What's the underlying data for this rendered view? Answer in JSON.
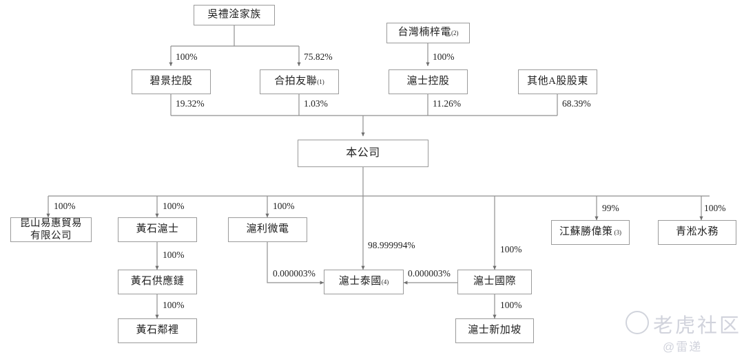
{
  "diagram": {
    "title": "Shareholding structure chart",
    "line_color": "#8f8f8f",
    "box_border": "#9a9a9a",
    "text_color": "#222222"
  },
  "nodes": {
    "wu_family": {
      "label": "吳禮淦家族"
    },
    "taiwan_nanzi": {
      "label": "台灣楠梓電",
      "sup": "(2)"
    },
    "bijing": {
      "label": "碧景控股"
    },
    "hepai": {
      "label": "合拍友聯",
      "sup": "(1)"
    },
    "hushi_holding": {
      "label": "滬士控股"
    },
    "other_a_holders": {
      "label": "其他A股股東"
    },
    "company": {
      "label": "本公司"
    },
    "kunshan": {
      "label": "昆山易惠貿易\n有限公司"
    },
    "huangshi_hushi": {
      "label": "黃石滬士"
    },
    "huangshi_supply": {
      "label": "黃石供應鏈"
    },
    "huangshi_linli": {
      "label": "黃石鄰裡"
    },
    "huli_weidian": {
      "label": "滬利微電"
    },
    "hushi_thailand": {
      "label": "滬士泰國",
      "sup": "(4)"
    },
    "hushi_intl": {
      "label": "滬士國際"
    },
    "hushi_singapore": {
      "label": "滬士新加坡"
    },
    "jiangsu": {
      "label": "江蘇勝偉策",
      "sup": "(3)"
    },
    "qingsong": {
      "label": "青淞水務"
    }
  },
  "edge_labels": {
    "wu_to_bijing": "100%",
    "wu_to_hepai": "75.82%",
    "nanzi_to_hushi_holding": "100%",
    "bijing_to_company": "19.32%",
    "hepai_to_company": "1.03%",
    "hushi_holding_to_company": "11.26%",
    "other_a_to_company": "68.39%",
    "company_to_kunshan": "100%",
    "company_to_huangshi": "100%",
    "company_to_huli": "100%",
    "company_to_thailand": "98.999994%",
    "company_to_intl": "100%",
    "company_to_jiangsu": "99%",
    "company_to_qingsong": "100%",
    "huangshi_to_supply": "100%",
    "supply_to_linli": "100%",
    "huli_to_thailand": "0.000003%",
    "intl_to_thailand": "0.000003%",
    "intl_to_singapore": "100%"
  },
  "watermark": {
    "main": "老虎社区",
    "sub": "@雷递"
  }
}
